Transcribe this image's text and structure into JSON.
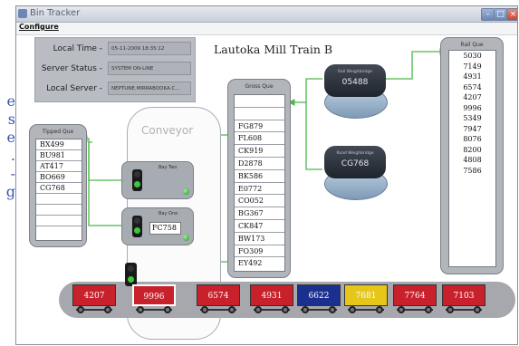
{
  "side_text": [
    "e",
    "s",
    "e",
    ".",
    "-",
    "g"
  ],
  "window": {
    "title": "Bin Tracker",
    "menu": [
      "Configure"
    ]
  },
  "info": [
    {
      "label": "Local Time -",
      "value": "05-11-2009 18:35:12"
    },
    {
      "label": "Server Status -",
      "value": "SYSTEM ON-LINE"
    },
    {
      "label": "Local Server -",
      "value": "NEPTUNE.MIRRABOOKA.C..."
    }
  ],
  "mill_title": "Lautoka Mill Train B",
  "tipped_que": {
    "title": "Tipped Que",
    "items": [
      "BX499",
      "BU981",
      "AT417",
      "BO669",
      "CG768",
      "",
      "",
      ""
    ]
  },
  "gross_que": {
    "title": "Gross Que",
    "items": [
      "",
      "",
      "FG879",
      "FL608",
      "CK919",
      "D2878",
      "BK586",
      "E0772",
      "CO052",
      "BG367",
      "CK847",
      "BW173",
      "FO309",
      "EY492"
    ]
  },
  "rail_que": {
    "title": "Rail Que",
    "items": [
      "5030",
      "7149",
      "4931",
      "6574",
      "4207",
      "9996",
      "5349",
      "7947",
      "8076",
      "8200",
      "4808",
      "7586"
    ]
  },
  "conveyor_label": "Conveyor",
  "bays": [
    {
      "name": "Bay Two",
      "value": ""
    },
    {
      "name": "Bay One",
      "value": "FC758"
    }
  ],
  "weighbridges": [
    {
      "name": "Rail Weighbridge",
      "value": "05488"
    },
    {
      "name": "Road Weighbridge",
      "value": "CG768"
    }
  ],
  "train": [
    {
      "id": "4207",
      "color": "#c8212b"
    },
    {
      "id": "9996",
      "color": "#c8212b"
    },
    {
      "id": "6574",
      "color": "#c8212b"
    },
    {
      "id": "4931",
      "color": "#c8212b"
    },
    {
      "id": "6622",
      "color": "#1b2f8f"
    },
    {
      "id": "7681",
      "color": "#e7c61a"
    },
    {
      "id": "7764",
      "color": "#c8212b"
    },
    {
      "id": "7103",
      "color": "#c8212b"
    }
  ],
  "colors": {
    "arrow": "#4cb848",
    "led_green": "#1a9a1a"
  }
}
